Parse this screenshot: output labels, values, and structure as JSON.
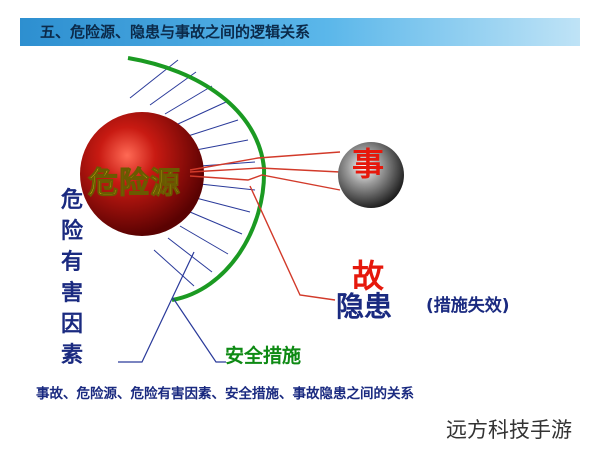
{
  "title": "五、危险源、隐患与事故之间的逻辑关系",
  "hazard_source": "危险源",
  "hazard_factors": "危险有害因素",
  "accident": "事故",
  "hidden_danger": "隐患",
  "hidden_danger_note": "(措施失效)",
  "safety_measures": "安全措施",
  "caption": "事故、危险源、危险有害因素、安全措施、事故隐患之间的关系",
  "watermark": "远方科技手游",
  "colors": {
    "title_bar": "#2d8fd0",
    "hazard_sphere": "#b5130e",
    "shield": "#1b9a22",
    "accident_text": "#e6180c",
    "hazard_text": "#f3e21b",
    "label_text": "#1a2a80",
    "lines": "#2a3a9a",
    "red_lines": "#d23a2a"
  }
}
